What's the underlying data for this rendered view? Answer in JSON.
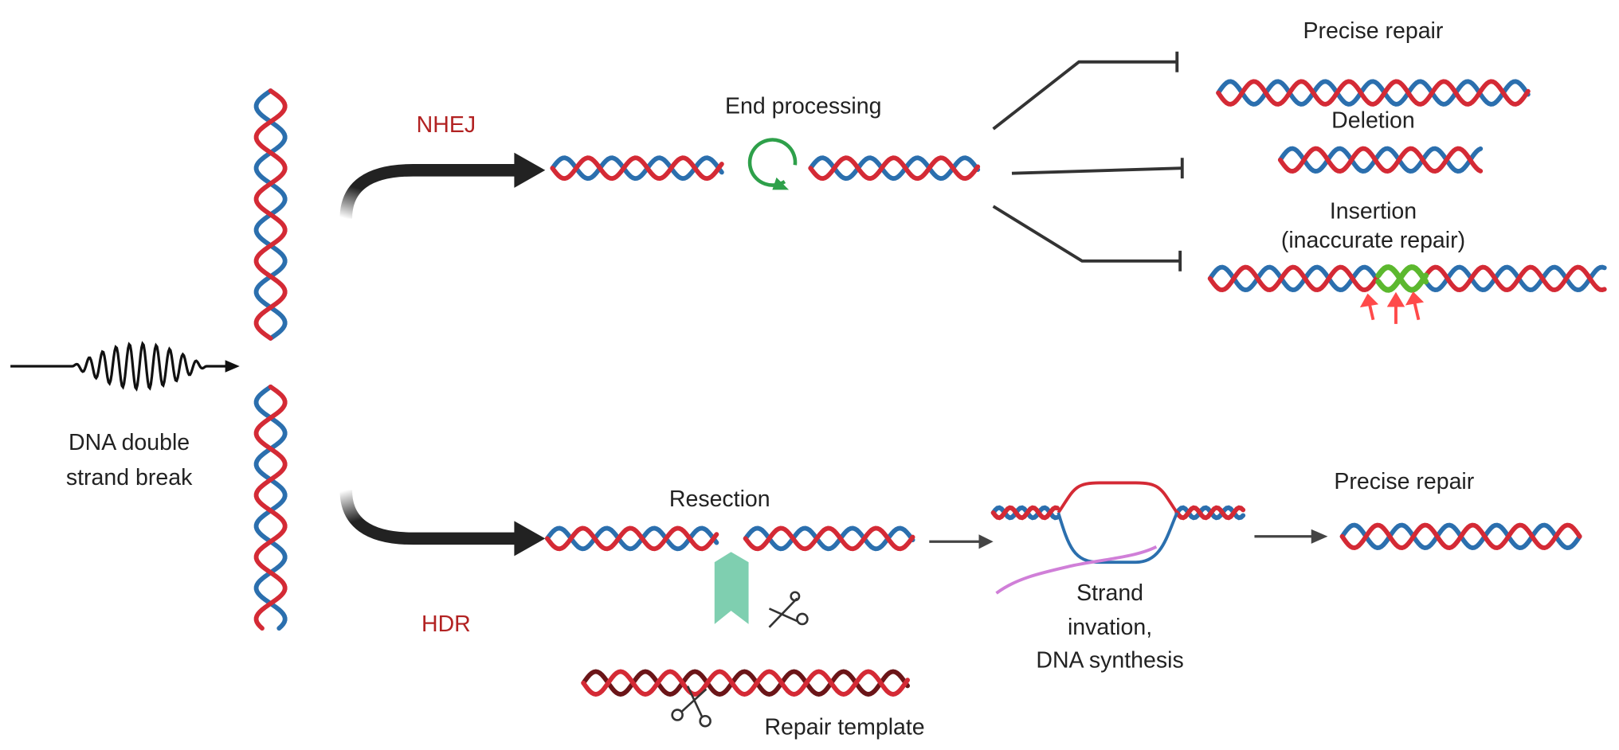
{
  "labels": {
    "dsb_line1": "DNA double",
    "dsb_line2": "strand break",
    "nhej": "NHEJ",
    "hdr": "HDR",
    "end_processing": "End processing",
    "precise_repair_top": "Precise repair",
    "deletion": "Deletion",
    "insertion_line1": "Insertion",
    "insertion_line2": "(inaccurate repair)",
    "resection": "Resection",
    "repair_template": "Repair template",
    "strand_line1": "Strand",
    "strand_line2": "invation,",
    "strand_line3": "DNA synthesis",
    "precise_repair_bottom": "Precise repair"
  },
  "colors": {
    "strand_red": "#d42a35",
    "strand_blue": "#2b6fae",
    "pathway_label": "#b22222",
    "insertion_green": "#5cb82e",
    "end_processing_green": "#2ea04a",
    "template_dark": "#6b1518",
    "protein_teal": "#7fcfb0",
    "invading_strand": "#d07fd8",
    "marker_arrows": "#ff4a4a"
  },
  "icons": [
    "wavy-radiation-arrow-icon",
    "circular-arrow-icon",
    "scissors-icon",
    "chevron-protein-icon",
    "inhibition-bar-icon"
  ]
}
